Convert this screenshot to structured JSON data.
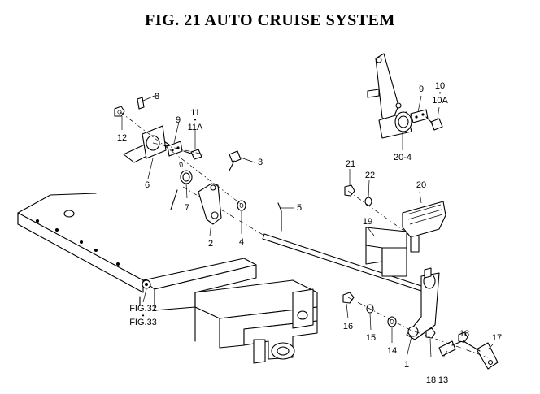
{
  "figure": {
    "title": "FIG. 21  AUTO CRUISE SYSTEM"
  },
  "callouts": {
    "p1": "1",
    "p2": "2",
    "p3": "3",
    "p4": "4",
    "p5": "5",
    "p6": "6",
    "p7": "7",
    "p8": "8",
    "p9_left": "9",
    "p9_right": "9",
    "p10": "10",
    "p10a": "10A",
    "p11": "11",
    "p11a": "11A",
    "p12": "12",
    "p13": "13",
    "p14": "14",
    "p15": "15",
    "p16": "16",
    "p17": "17",
    "p18_right": "18",
    "p18_bottom": "18",
    "p19": "19",
    "p20": "20",
    "p20_4": "20-4",
    "p21": "21",
    "p22": "22",
    "fig32": "FIG.32",
    "fig33": "FIG.33"
  }
}
